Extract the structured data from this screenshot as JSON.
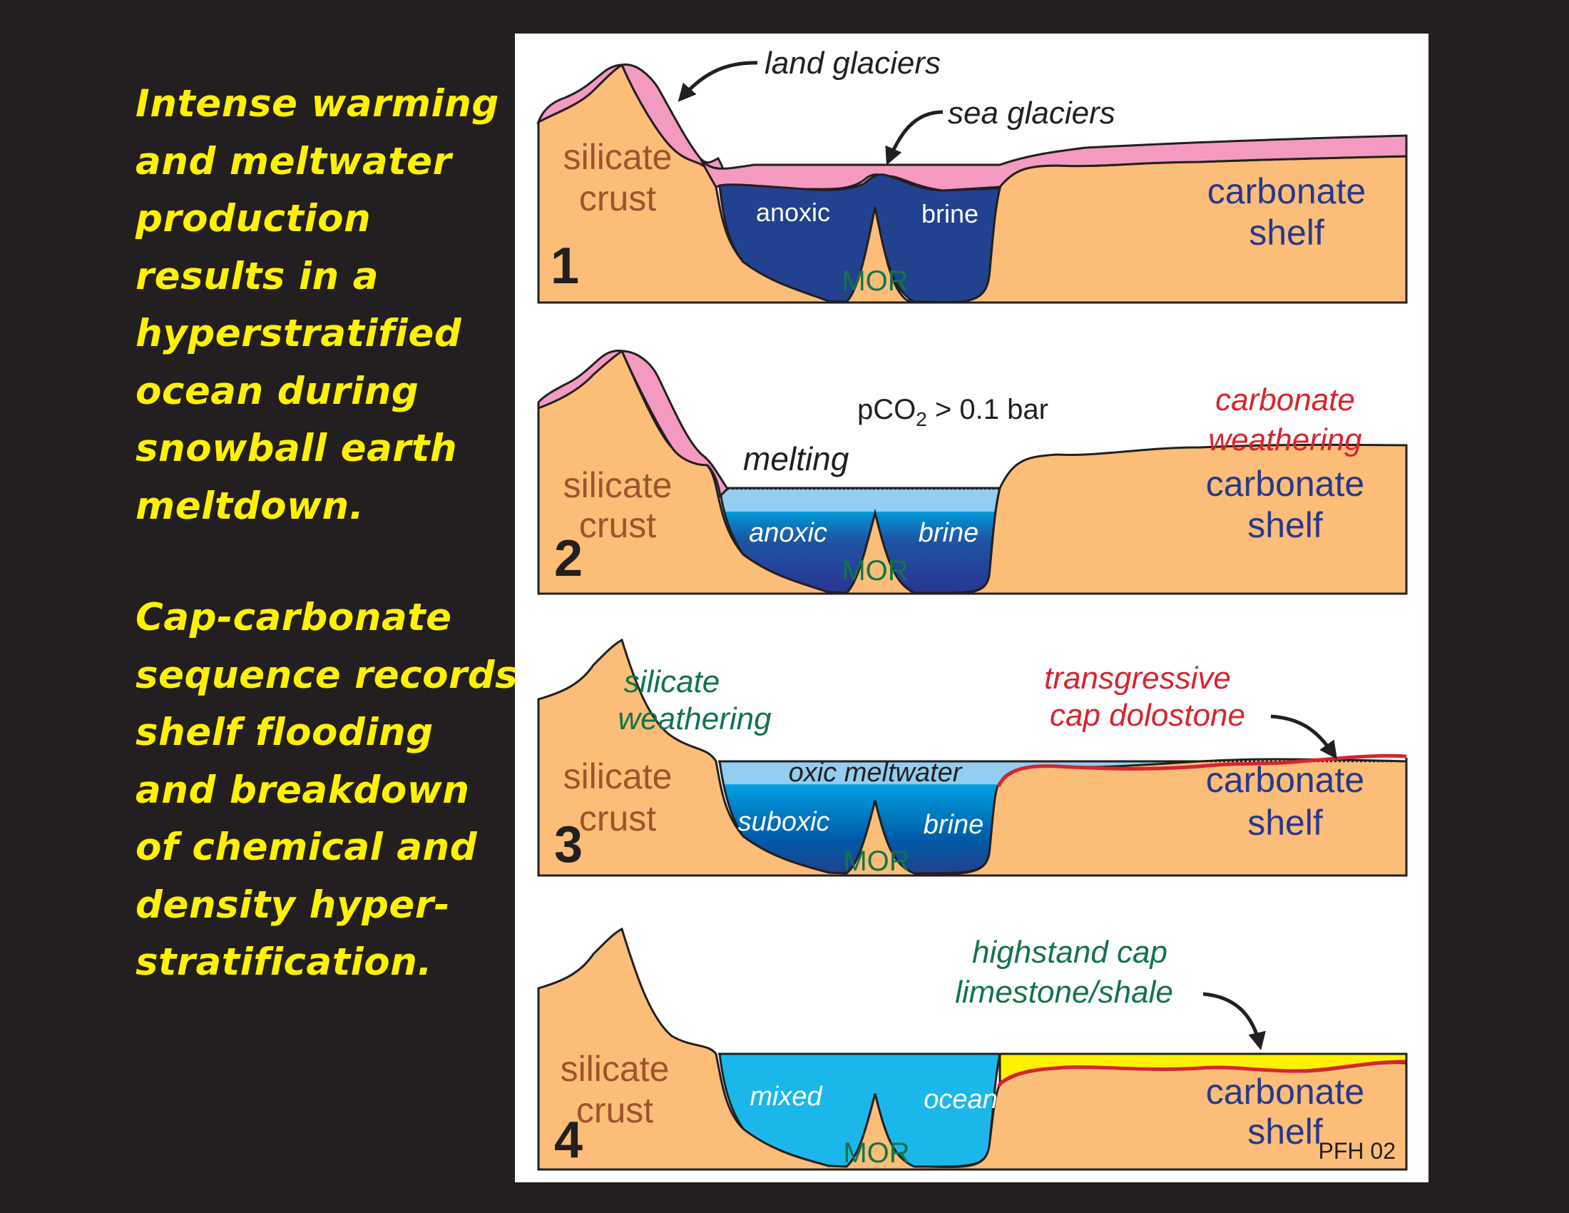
{
  "captions": {
    "top": "Intense warming\nand meltwater\nproduction\nresults in a\nhyperstratified\nocean during\nsnowball earth\nmeltdown.",
    "bottom": "Cap-carbonate\nsequence records\nshelf flooding\nand breakdown\nof chemical and\ndensity hyper-\nstratification."
  },
  "colors": {
    "background": "#231f20",
    "caption_text": "#fff200",
    "crust": "#fbbd77",
    "glacier": "#f49ac1",
    "deep_anoxic": "#22418f",
    "meltwater": "#93cdf0",
    "mixed_ocean": "#1bb7ea",
    "cap_dolostone": "#d7242f",
    "cap_limestone": "#fff200",
    "label_brown": "#a0522d",
    "label_blue": "#27378f",
    "label_green": "#12744a",
    "label_red": "#d7242f"
  },
  "panels": [
    {
      "number": "1",
      "silicate_label": [
        "silicate",
        "crust"
      ],
      "carbonate_label": [
        "carbonate",
        "shelf"
      ],
      "ridge_label": "MOR",
      "water_left": "anoxic",
      "water_right": "brine",
      "annotations": [
        "land glaciers",
        "sea glaciers"
      ]
    },
    {
      "number": "2",
      "silicate_label": [
        "silicate",
        "crust"
      ],
      "carbonate_label": [
        "carbonate",
        "shelf"
      ],
      "ridge_label": "MOR",
      "water_left": "anoxic",
      "water_right": "brine",
      "pco2_prefix": "pCO",
      "pco2_sub": "2",
      "pco2_suffix": " > 0.1 bar",
      "melting": "melting",
      "weathering": [
        "carbonate",
        "weathering"
      ]
    },
    {
      "number": "3",
      "silicate_label": [
        "silicate",
        "crust"
      ],
      "carbonate_label": [
        "carbonate",
        "shelf"
      ],
      "ridge_label": "MOR",
      "water_top": "oxic meltwater",
      "water_left": "suboxic",
      "water_right": "brine",
      "weathering": [
        "silicate",
        "weathering"
      ],
      "cap": [
        "transgressive",
        "cap dolostone"
      ]
    },
    {
      "number": "4",
      "silicate_label": [
        "silicate",
        "crust"
      ],
      "carbonate_label": [
        "carbonate",
        "shelf"
      ],
      "ridge_label": "MOR",
      "water_left": "mixed",
      "water_right": "ocean",
      "cap": [
        "highstand cap",
        "limestone/shale"
      ],
      "credit": "PFH 02"
    }
  ]
}
